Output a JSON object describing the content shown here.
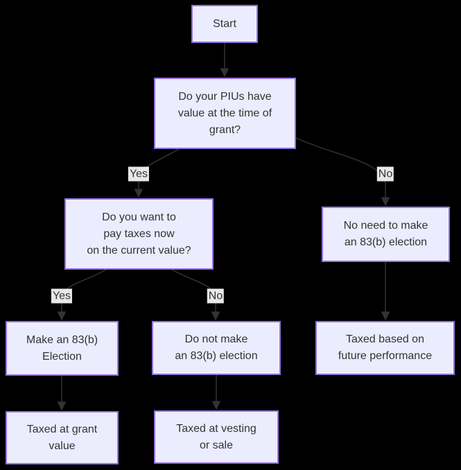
{
  "diagram": {
    "type": "flowchart",
    "direction": "top-down",
    "colors": {
      "background": "#000000",
      "node_fill": "#ececff",
      "node_border": "#9370db",
      "node_text": "#333333",
      "edge_line": "#333333",
      "edge_label_bg": "#e8e8e8",
      "edge_label_text": "#333333"
    }
  },
  "nodes": {
    "start": {
      "label": "Start"
    },
    "piu_value_question": {
      "label": "Do your PIUs have\nvalue at the time of\ngrant?"
    },
    "pay_taxes_question": {
      "label": "Do you want to\npay taxes now\non the current value?"
    },
    "no_need_election": {
      "label": "No need to make\nan 83(b) election"
    },
    "make_election": {
      "label": "Make an 83(b)\nElection"
    },
    "do_not_make_election": {
      "label": "Do not make\nan 83(b) election"
    },
    "taxed_future_performance": {
      "label": "Taxed based on\nfuture performance"
    },
    "taxed_grant_value": {
      "label": "Taxed at grant\nvalue"
    },
    "taxed_vesting_sale": {
      "label": "Taxed at vesting\nor sale"
    }
  },
  "edge_labels": {
    "piu_value_yes": "Yes",
    "piu_value_no": "No",
    "pay_taxes_yes": "Yes",
    "pay_taxes_no": "No"
  }
}
